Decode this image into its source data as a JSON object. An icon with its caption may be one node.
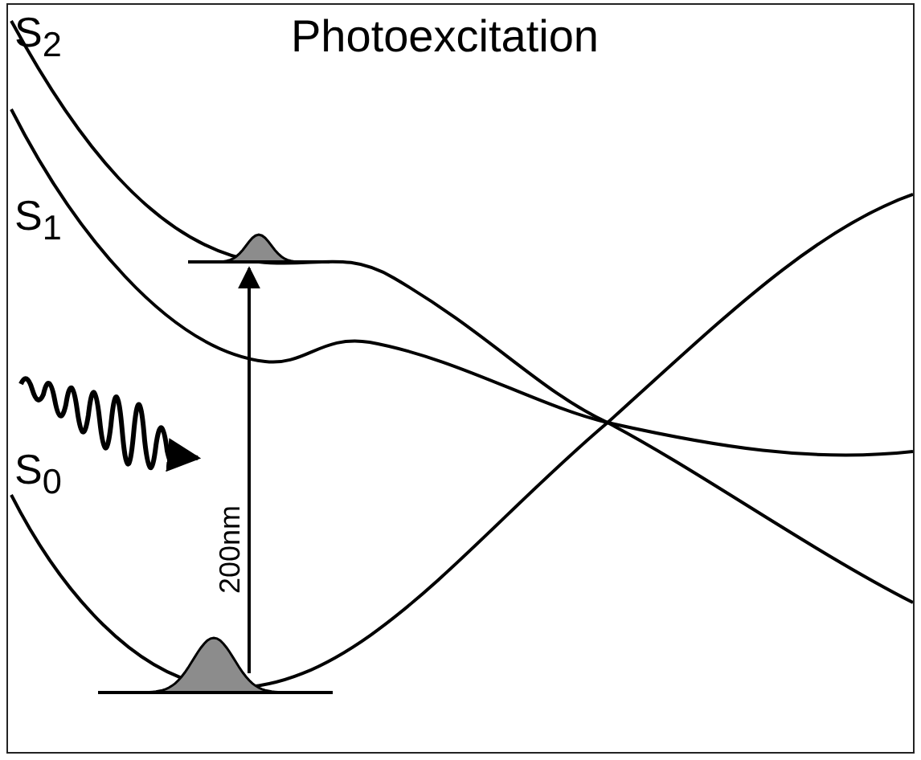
{
  "diagram": {
    "title": "Photoexcitation",
    "nodes": [
      {
        "text": [],
        "shape": "bell"
      },
      {
        "text": [],
        "shape": "bell"
      }
    ],
    "edges": [
      {
        "from": 1,
        "to": 0,
        "arrow": "to",
        "label": "200nm"
      }
    ],
    "labels": [
      "S$_{2}$",
      "S$_{1}$",
      "S$_{0}$"
    ]
  }
}
